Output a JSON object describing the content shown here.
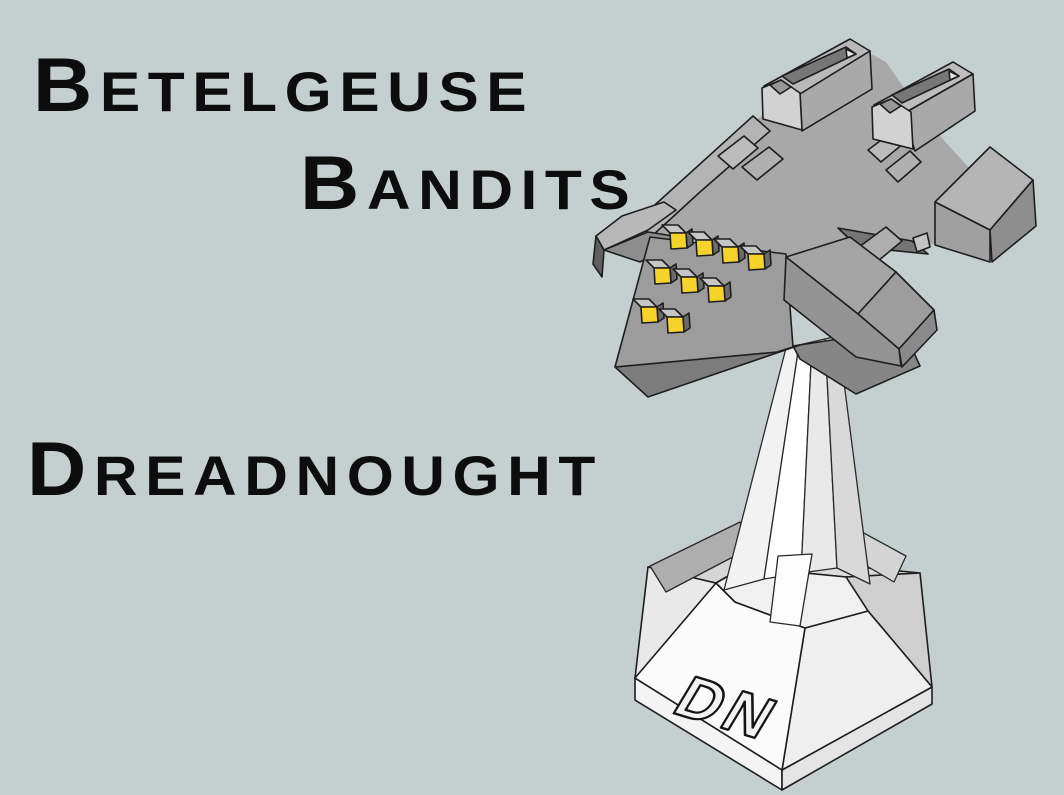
{
  "scene": {
    "faction_name_line1": "BETELGEUSE",
    "faction_name_line2": "BANDITS",
    "ship_class": "DREADNOUGHT",
    "base_label": "DN"
  },
  "model": {
    "window_rows": [
      4,
      3,
      2
    ],
    "window_count": 9
  },
  "colors": {
    "background": "#c5cfd0",
    "title_text": "#0d0d0d",
    "outline": "#1e1e1e",
    "hull_light": "#d2d2d2",
    "hull_mid": "#a8a8a8",
    "hull_dark": "#7c7c7c",
    "hull_shadow": "#5f5f5f",
    "window_yellow": "#f6d32b",
    "stand_white": "#f7f7f7",
    "base_white": "#fbfbfb"
  }
}
